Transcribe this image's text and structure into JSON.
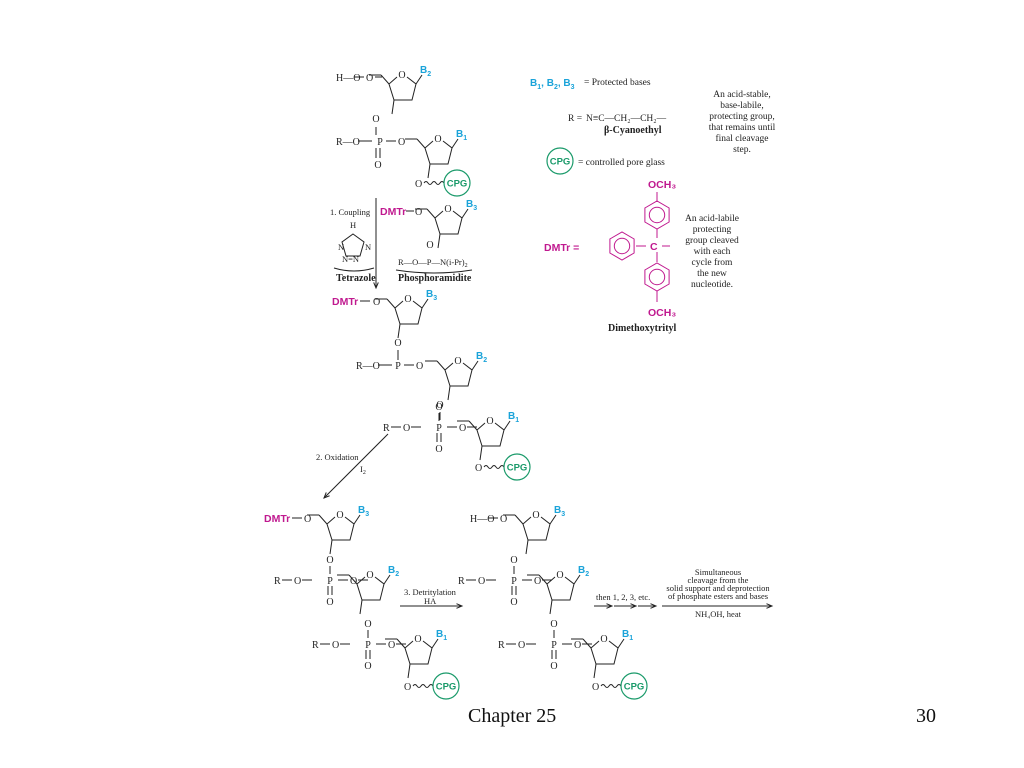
{
  "labels": {
    "h": "H",
    "o": "O",
    "r": "R",
    "p": "P",
    "n": "N",
    "b1": "B",
    "b2": "B",
    "b3": "B",
    "sub1": "1",
    "sub2": "2",
    "sub3": "3",
    "dmtr": "DMTr",
    "cpg": "CPG"
  },
  "steps": {
    "coupling": "1. Coupling",
    "tetrazole": "Tetrazole",
    "phosphoramidite": "Phosphoramidite",
    "phosphoramidite_group": "R—O—P—N(i-Pr)",
    "phosphoramidite_sub": "2",
    "oxidation": "2. Oxidation",
    "oxidation_reagent": "I",
    "oxidation_reagent_sub": "2",
    "detritylation": "3. Detritylation",
    "detritylation_reagent": "HA",
    "repeat": "then 1, 2, 3, etc.",
    "cleavage_lines": [
      "Simultaneous",
      "cleavage from the",
      "solid support and deprotection",
      "of phosphate esters and bases"
    ],
    "cleavage_reagent": "NH₄OH, heat"
  },
  "legend": {
    "bases_text": "= Protected bases",
    "r_eq": "R =",
    "cyano_formula": "N≡C—CH₂—CH₂—",
    "cyano_name": "β-Cyanoethyl",
    "cyano_note": [
      "An acid-stable,",
      "base-labile,",
      "protecting group,",
      "that remains until",
      "final cleavage",
      "step."
    ],
    "cpg_text": "= controlled pore glass",
    "dmtr_eq": "DMTr =",
    "och3": "OCH₃",
    "c": "C",
    "dmtr_name": "Dimethoxytrityl",
    "dmtr_note": [
      "An acid-labile",
      "protecting",
      "group cleaved",
      "with each",
      "cycle from",
      "the new",
      "nucleotide."
    ]
  },
  "colors": {
    "base": "#1aa3d9",
    "dmtr": "#c0198f",
    "cpg": "#1a9a6a",
    "ink": "#222222"
  },
  "footer": {
    "chapter": "Chapter 25",
    "page": "30"
  }
}
